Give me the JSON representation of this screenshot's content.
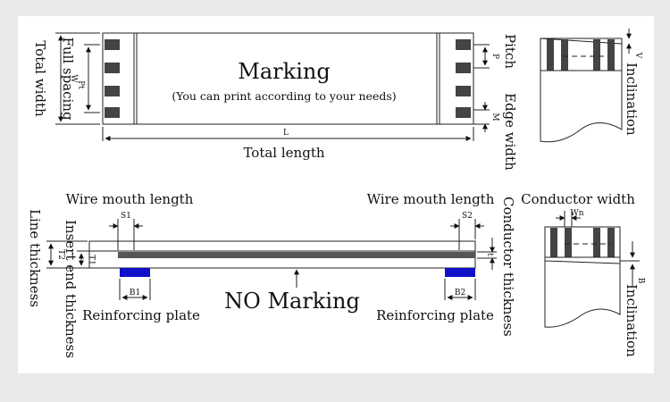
{
  "top": {
    "total_width": "Total width",
    "full_spacing": "Full spacing",
    "w": "W",
    "pt": "Pt",
    "marking": "Marking",
    "marking_sub": "(You can print according to your needs)",
    "l": "L",
    "total_length": "Total length",
    "pitch": "Pitch",
    "p": "P",
    "edge_width": "Edge width",
    "m": "M",
    "v": "V",
    "inclination": "Inclination"
  },
  "bottom": {
    "line_thickness": "Line thickness",
    "insert_end_thickness": "Insert end thickness",
    "t2": "T2",
    "t1": "T1",
    "wire_mouth_left": "Wire mouth length",
    "wire_mouth_right": "Wire mouth length",
    "s1": "S1",
    "s2": "S2",
    "no_marking": "NO Marking",
    "b1": "B1",
    "b2": "B2",
    "reinforcing_left": "Reinforcing plate",
    "reinforcing_right": "Reinforcing plate",
    "t": "t",
    "conductor_thickness": "Conductor thickness",
    "conductor_width": "Conductor width",
    "wn": "Wn",
    "b": "B",
    "inclination": "Inclination"
  },
  "colors": {
    "background": "#e9e9e9",
    "panel": "#ffffff",
    "conductor": "#555555",
    "reinforcing_plate": "#1010c8"
  }
}
